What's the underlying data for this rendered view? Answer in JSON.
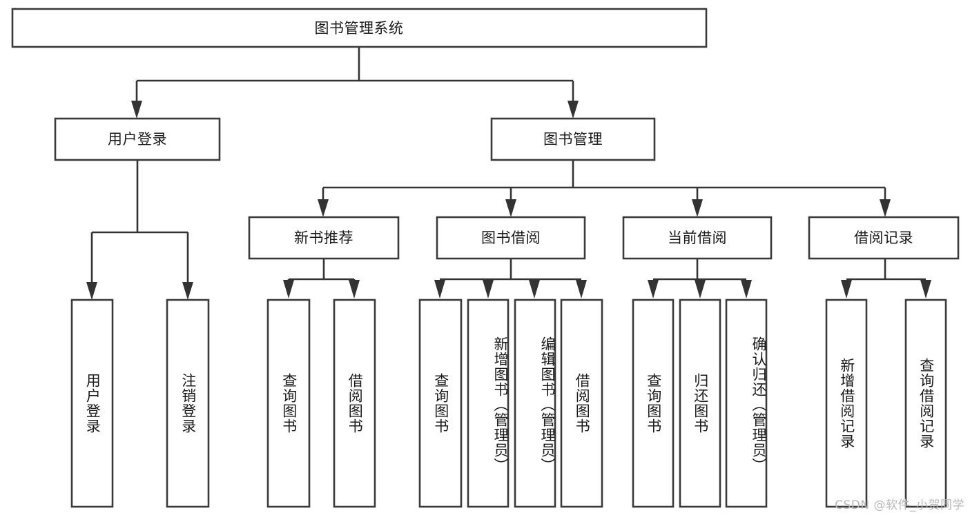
{
  "diagram": {
    "type": "tree-hierarchy",
    "title": "图书管理系统",
    "watermark": "CSDN @软件_小贺同学",
    "colors": {
      "box_fill": "#ffffff",
      "box_stroke": "#3a3a3a",
      "connector": "#333333",
      "text": "#1a1a1a",
      "watermark": "#b8b8b8",
      "background": "#ffffff"
    },
    "root": {
      "label": "图书管理系统"
    },
    "level2": [
      {
        "label": "用户登录"
      },
      {
        "label": "图书管理"
      }
    ],
    "level3": [
      {
        "label": "新书推荐"
      },
      {
        "label": "图书借阅"
      },
      {
        "label": "当前借阅"
      },
      {
        "label": "借阅记录"
      }
    ],
    "leaves": {
      "user_login": [
        {
          "label": "用户登录"
        },
        {
          "label": "注销登录"
        }
      ],
      "new_book_recommend": [
        {
          "label": "查询图书"
        },
        {
          "label": "借阅图书"
        }
      ],
      "book_borrow": [
        {
          "label": "查询图书"
        },
        {
          "label": "新增图书（管理员）"
        },
        {
          "label": "编辑图书（管理员）"
        },
        {
          "label": "借阅图书"
        }
      ],
      "current_borrow": [
        {
          "label": "查询图书"
        },
        {
          "label": "归还图书"
        },
        {
          "label": "确认归还（管理员）"
        }
      ],
      "borrow_record": [
        {
          "label": "新增借阅记录"
        },
        {
          "label": "查询借阅记录"
        }
      ]
    }
  }
}
